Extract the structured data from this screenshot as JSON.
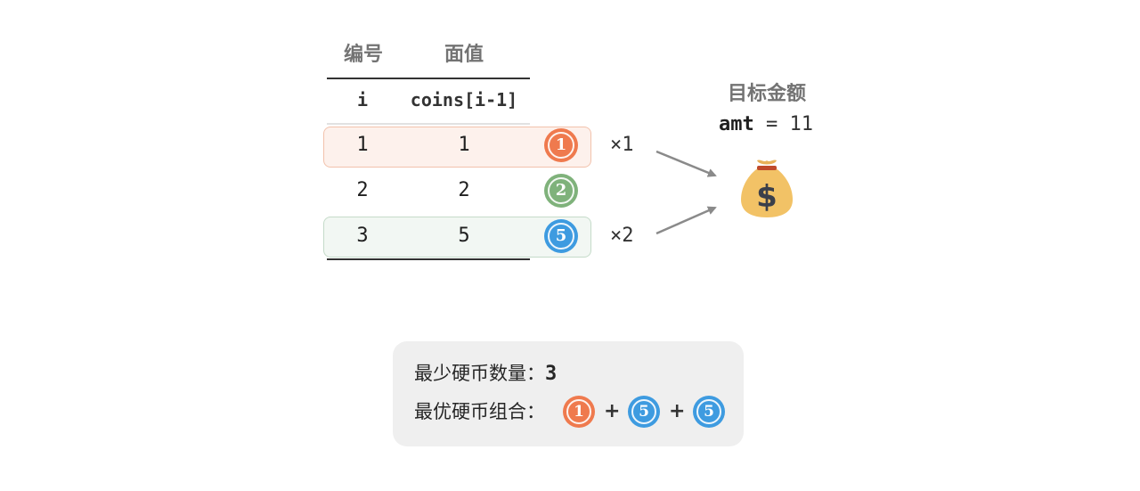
{
  "table": {
    "header_cn": [
      "编号",
      "面值"
    ],
    "header_code": [
      "i",
      "coins[i-1]"
    ],
    "rows": [
      {
        "i": "1",
        "coin": "1",
        "coin_label": "1",
        "color": "#ef7a4e",
        "multiplier": "×1",
        "highlight": "orange"
      },
      {
        "i": "2",
        "coin": "2",
        "coin_label": "2",
        "color": "#7fb27b",
        "multiplier": "",
        "highlight": "none"
      },
      {
        "i": "3",
        "coin": "5",
        "coin_label": "5",
        "color": "#3e9be0",
        "multiplier": "×2",
        "highlight": "green"
      }
    ]
  },
  "target": {
    "title": "目标金额",
    "var": "amt",
    "eq": " = ",
    "value": "11",
    "icon": "money-bag-icon"
  },
  "result": {
    "min_label": "最少硬币数量：",
    "min_value": "3",
    "combo_label": "最优硬币组合：",
    "combo": [
      {
        "label": "1",
        "color": "#ef7a4e"
      },
      {
        "label": "5",
        "color": "#3e9be0"
      },
      {
        "label": "5",
        "color": "#3e9be0"
      }
    ],
    "plus": "+"
  },
  "colors": {
    "coin_1": "#ef7a4e",
    "coin_2": "#7fb27b",
    "coin_5": "#3e9be0",
    "arrow": "#8a8a8a",
    "box_bg": "#efefef"
  }
}
